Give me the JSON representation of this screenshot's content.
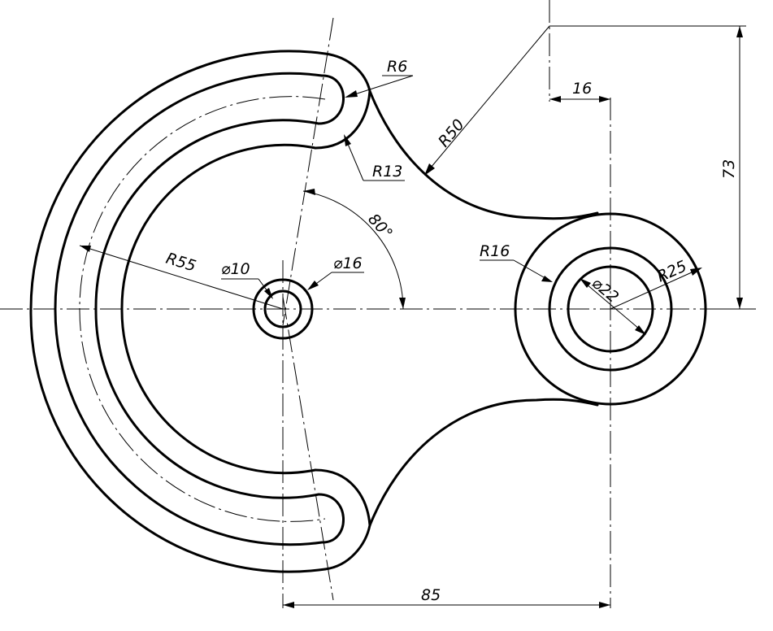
{
  "dimensions": {
    "r6": "R6",
    "r13": "R13",
    "r50": "R50",
    "r55": "R55",
    "r16": "R16",
    "r25": "R25",
    "d10": "⌀10",
    "d16": "⌀16",
    "d22": "⌀22",
    "angle80": "80°",
    "len16": "16",
    "len73": "73",
    "len85": "85"
  }
}
